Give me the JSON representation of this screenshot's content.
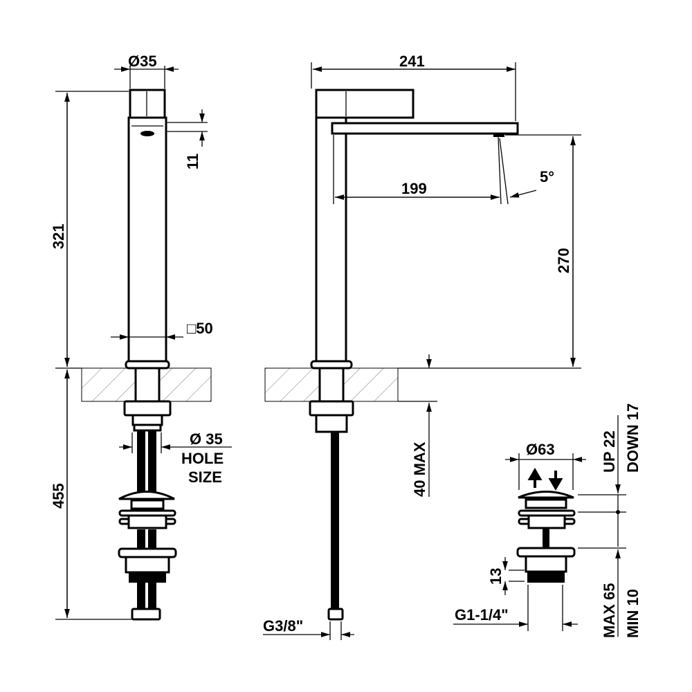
{
  "left_view": {
    "top_diameter": "Ø35",
    "lever_gap": "11",
    "height_above_counter": "321",
    "body_square": "□50",
    "hole_diameter": "Ø 35",
    "hole_label_1": "HOLE",
    "hole_label_2": "SIZE",
    "height_below_counter": "455"
  },
  "side_view": {
    "total_depth": "241",
    "spout_reach": "199",
    "spout_angle": "5°",
    "spout_height": "270",
    "counter_thickness": "40 MAX",
    "hose_thread": "G3/8\""
  },
  "waste_view": {
    "cap_diameter": "Ø63",
    "up_travel": "UP 22",
    "down_travel": "DOWN 17",
    "thread_length": "13",
    "waste_thread": "G1-1/4\"",
    "max_length": "MAX 65",
    "min_length": "MIN 10"
  }
}
